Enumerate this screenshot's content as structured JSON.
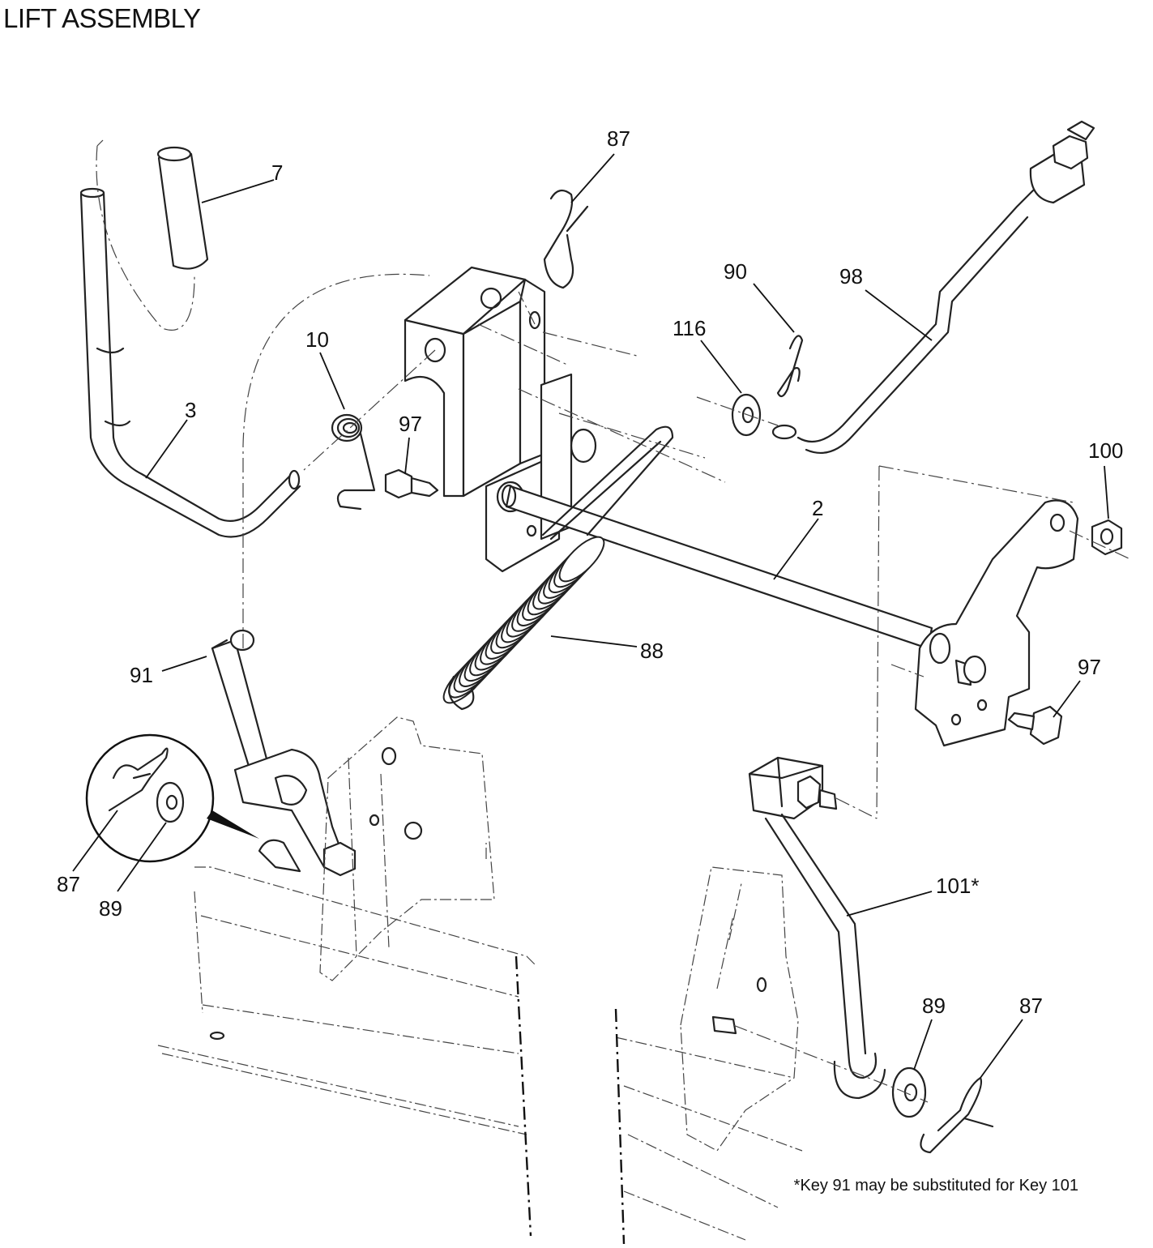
{
  "title": "LIFT ASSEMBLY",
  "note": "*Key 91 may be substituted for Key 101",
  "callouts": {
    "c7": "7",
    "c87a": "87",
    "c3": "3",
    "c10": "10",
    "c97a": "97",
    "c90": "90",
    "c98": "98",
    "c116": "116",
    "c100": "100",
    "c2": "2",
    "c88": "88",
    "c91": "91",
    "c97b": "97",
    "c87b": "87",
    "c89a": "89",
    "c101": "101*",
    "c89b": "89",
    "c87c": "87"
  }
}
